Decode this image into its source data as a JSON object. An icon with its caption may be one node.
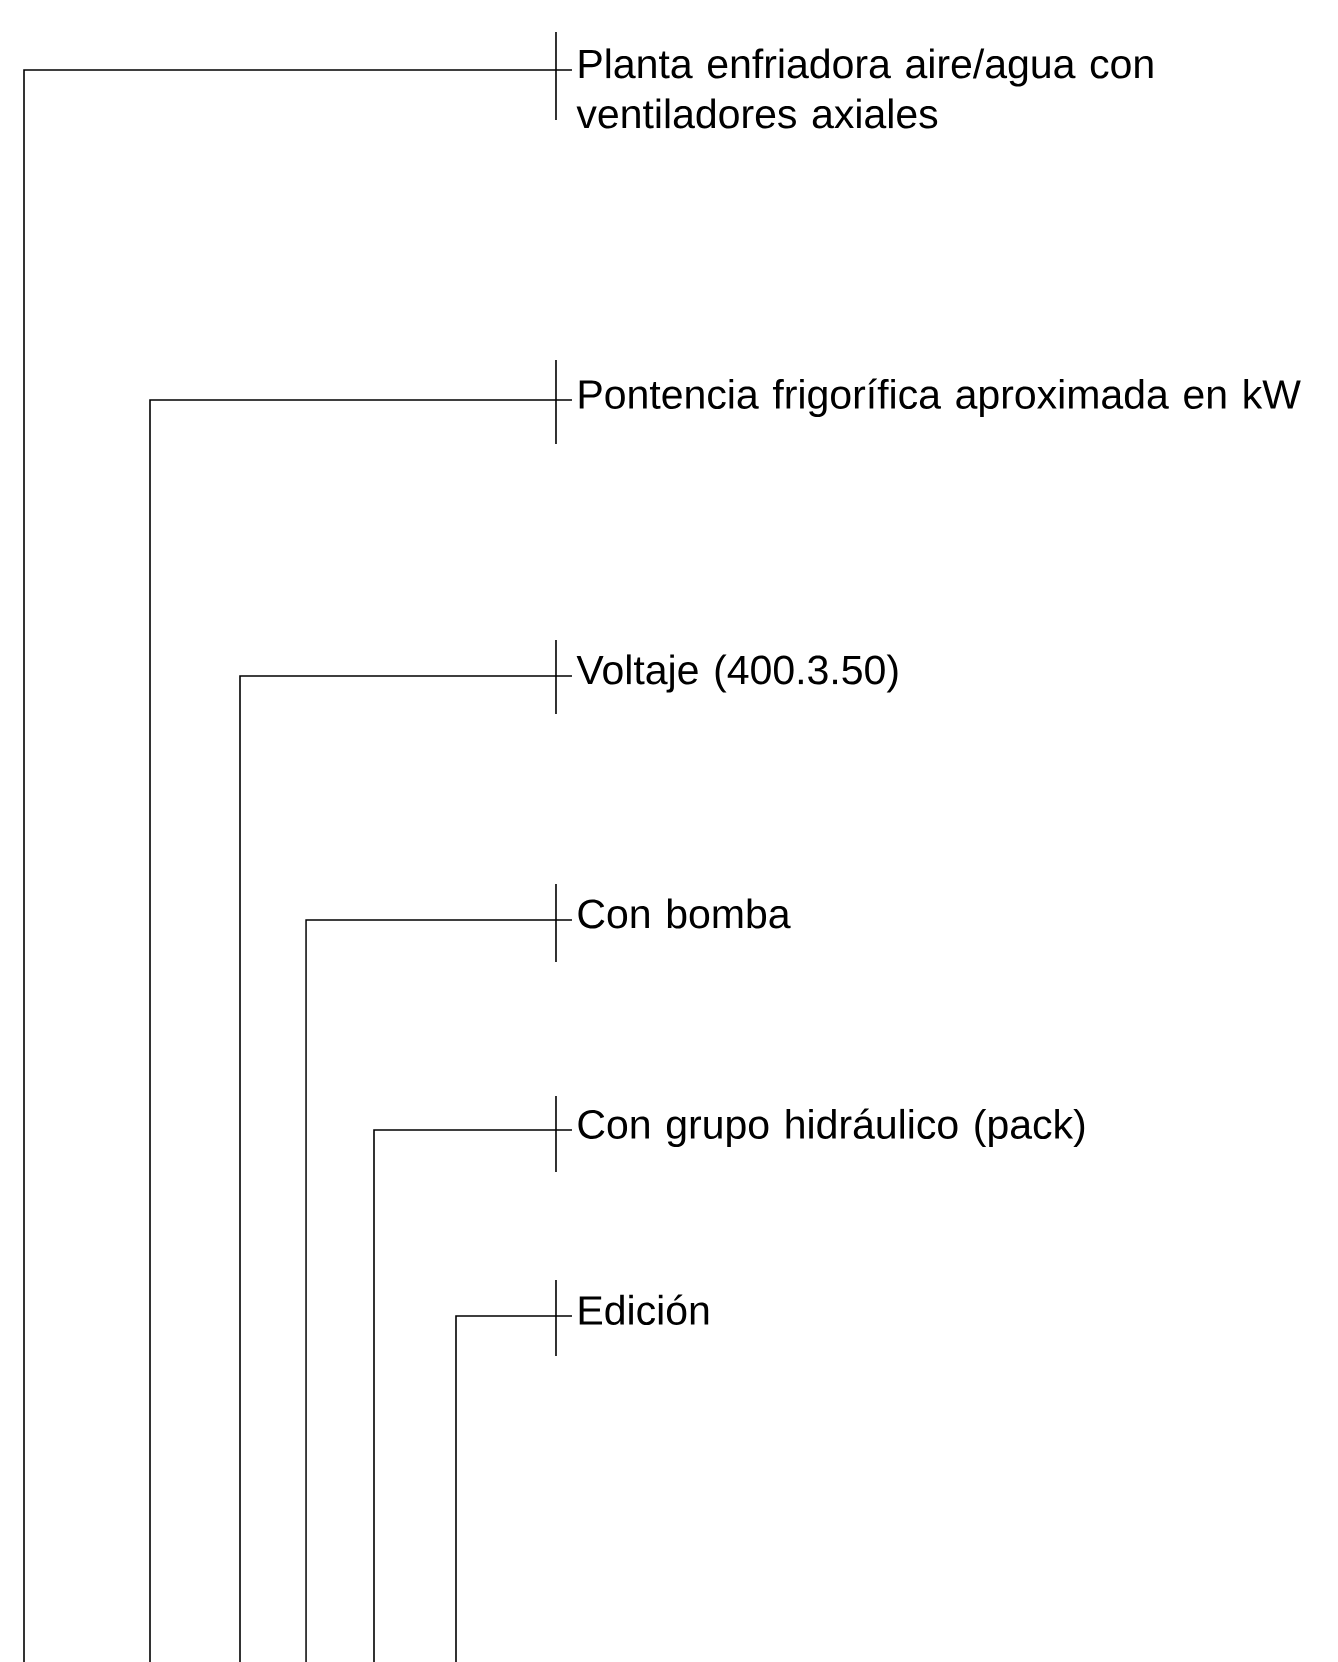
{
  "diagram": {
    "nodes": [
      {
        "text": [
          "Planta enfriadora aire/agua con ventiladores axiales"
        ]
      },
      {
        "text": [
          "Pontencia frigorífica aproximada en kW"
        ]
      },
      {
        "text": [
          "Voltaje (400.3.50)"
        ]
      },
      {
        "text": [
          "Con bomba"
        ]
      },
      {
        "text": [
          "Con grupo hidráulico (pack)"
        ]
      },
      {
        "text": [
          "Edición"
        ]
      }
    ],
    "edges": [
      {
        "from": 0,
        "to": null,
        "arrow": "none"
      },
      {
        "from": 1,
        "to": null,
        "arrow": "none"
      },
      {
        "from": 2,
        "to": null,
        "arrow": "none"
      },
      {
        "from": 3,
        "to": null,
        "arrow": "none"
      },
      {
        "from": 4,
        "to": null,
        "arrow": "none"
      },
      {
        "from": 5,
        "to": null,
        "arrow": "none"
      }
    ]
  }
}
